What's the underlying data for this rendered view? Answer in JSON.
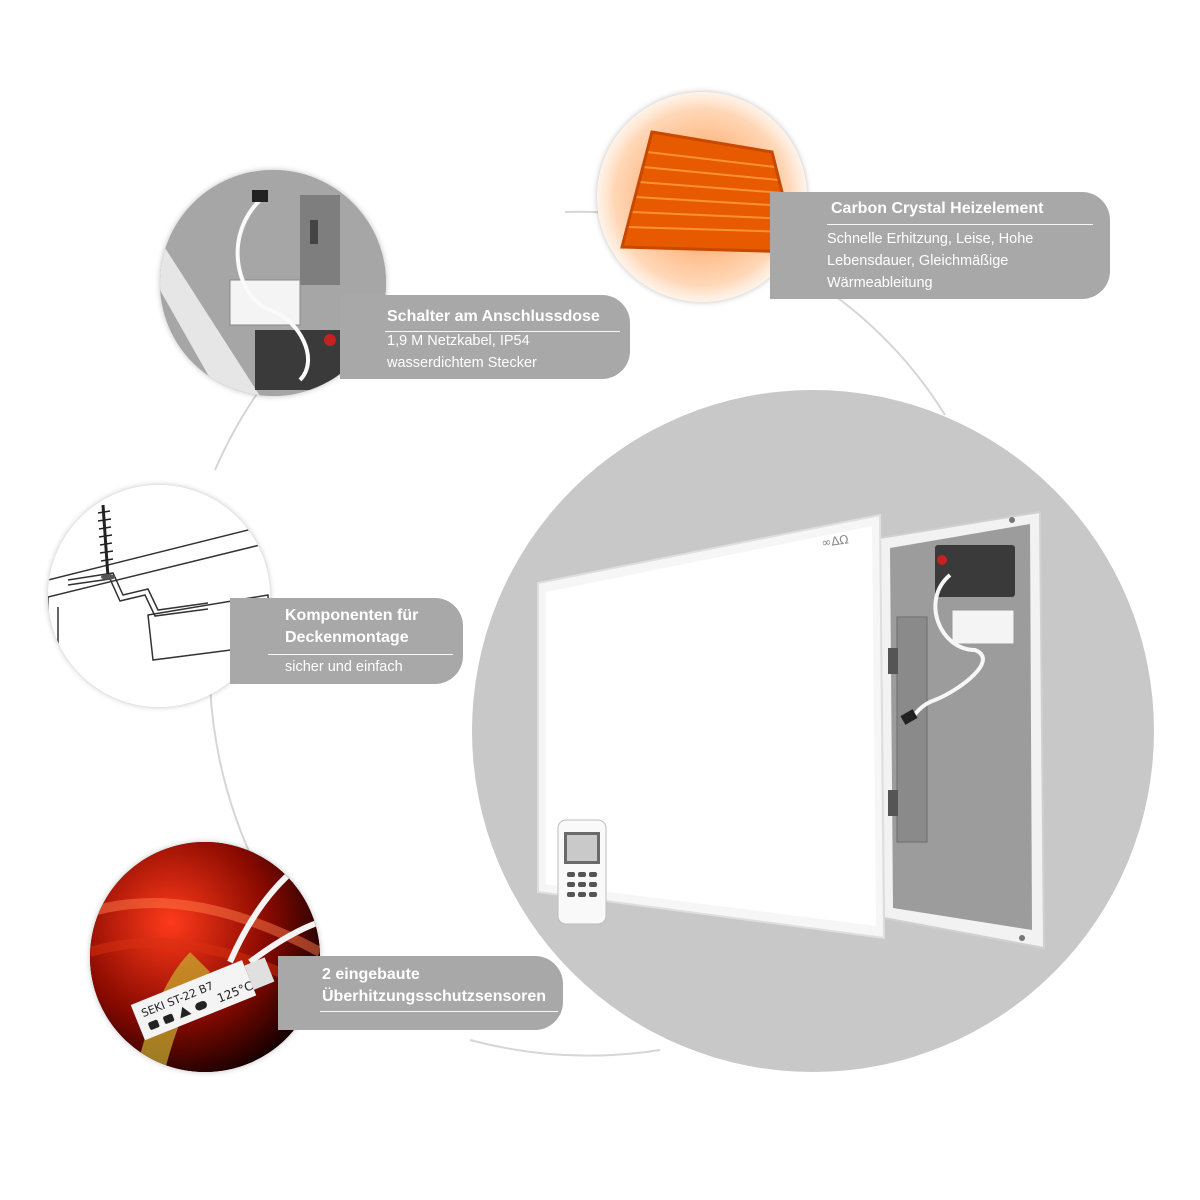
{
  "features": [
    {
      "id": "carbon",
      "title": "Carbon Crystal Heizelement",
      "description": "Schnelle Erhitzung, Leise, Hohe\nLebensdauer, Gleichmäßige\nWärmeableitung"
    },
    {
      "id": "switch",
      "title": "Schalter am Anschlussdose",
      "description": "1,9 M Netzkabel,    IP54\nwasserdichtem Stecker"
    },
    {
      "id": "mount",
      "title": "Komponenten für\nDeckenmontage",
      "description": "sicher und einfach"
    },
    {
      "id": "sensor",
      "title": "2 eingebaute\nÜberhitzungsschutzsensoren",
      "description": ""
    }
  ],
  "sensor_label": {
    "line1": "SEKI ST-22 B7",
    "line2": "125°C"
  },
  "colors": {
    "pill": "#a8a8a8",
    "big_circle": "#c8c8c8",
    "heater_orange": "#e85a00"
  }
}
